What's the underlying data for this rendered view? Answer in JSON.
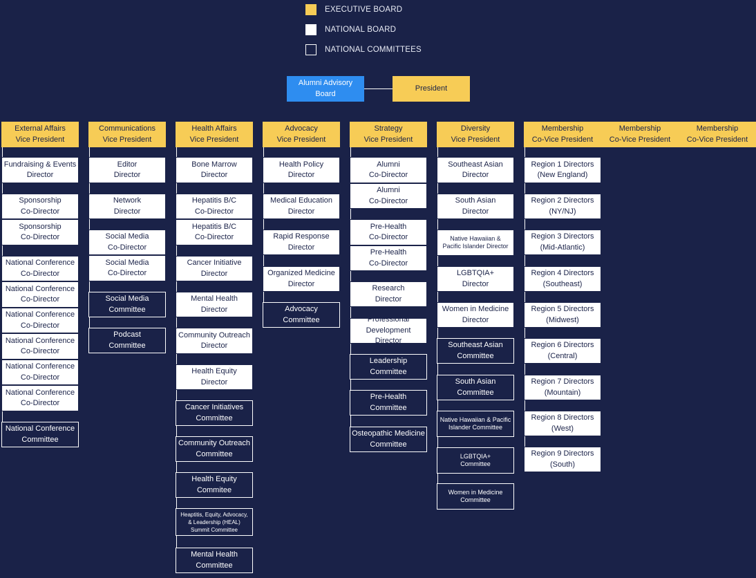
{
  "legend": [
    {
      "label": "EXECUTIVE BOARD",
      "type": "exec"
    },
    {
      "label": "NATIONAL BOARD",
      "type": "nat"
    },
    {
      "label": "NATIONAL COMMITTEES",
      "type": "comm"
    }
  ],
  "top": {
    "advisory": "Alumni Advisory\nBoard",
    "president": "President"
  },
  "columns": [
    {
      "head": "External Affairs\nVice President",
      "items": [
        {
          "t": "Fundraising & Events\nDirector",
          "k": "nat"
        },
        {
          "t": "Sponsorship\nCo-Director",
          "k": "nat"
        },
        {
          "t": "Sponsorship\nCo-Director",
          "k": "nat"
        },
        {
          "t": "National Conference\nCo-Director",
          "k": "nat"
        },
        {
          "t": "National Conference\nCo-Director",
          "k": "nat"
        },
        {
          "t": "National Conference\nCo-Director",
          "k": "nat"
        },
        {
          "t": "National Conference\nCo-Director",
          "k": "nat"
        },
        {
          "t": "National Conference\nCo-Director",
          "k": "nat"
        },
        {
          "t": "National Conference\nCo-Director",
          "k": "nat"
        },
        {
          "t": "National Conference\nCommittee",
          "k": "comm"
        }
      ]
    },
    {
      "head": "Communications\nVice President",
      "items": [
        {
          "t": "Editor\nDirector",
          "k": "nat"
        },
        {
          "t": "Network\nDirector",
          "k": "nat"
        },
        {
          "t": "Social Media\nCo-Director",
          "k": "nat"
        },
        {
          "t": "Social Media\nCo-Director",
          "k": "nat"
        },
        {
          "t": "Social Media\nCommittee",
          "k": "comm"
        },
        {
          "t": "Podcast\nCommittee",
          "k": "comm"
        }
      ]
    },
    {
      "head": "Health Affairs\nVice President",
      "items": [
        {
          "t": "Bone Marrow\nDirector",
          "k": "nat"
        },
        {
          "t": "Hepatitis B/C\nCo-Director",
          "k": "nat"
        },
        {
          "t": "Hepatitis B/C\nCo-Director",
          "k": "nat"
        },
        {
          "t": "Cancer Initiative\nDirector",
          "k": "nat"
        },
        {
          "t": "Mental Health\nDirector",
          "k": "nat"
        },
        {
          "t": "Community Outreach\nDirector",
          "k": "nat"
        },
        {
          "t": "Health Equity\nDirector",
          "k": "nat"
        },
        {
          "t": "Cancer Initiatives\nCommittee",
          "k": "comm"
        },
        {
          "t": "Community Outreach\nCommittee",
          "k": "comm"
        },
        {
          "t": "Health Equity\nCommitee",
          "k": "comm"
        },
        {
          "t": "Heaptitis, Equity, Advocacy,\n& Leadership (HEAL)\nSummit Committee",
          "k": "comm"
        },
        {
          "t": "Mental Health\nCommittee",
          "k": "comm"
        }
      ]
    },
    {
      "head": "Advocacy\nVice President",
      "items": [
        {
          "t": "Health Policy\nDirector",
          "k": "nat"
        },
        {
          "t": "Medical Education\nDirector",
          "k": "nat"
        },
        {
          "t": "Rapid Response\nDirector",
          "k": "nat"
        },
        {
          "t": "Organized Medicine\nDirector",
          "k": "nat"
        },
        {
          "t": "Advocacy\nCommittee",
          "k": "comm"
        }
      ]
    },
    {
      "head": "Strategy\nVice President",
      "items": [
        {
          "t": "Alumni\nCo-Director",
          "k": "nat"
        },
        {
          "t": "Alumni\nCo-Director",
          "k": "nat"
        },
        {
          "t": "Pre-Health\nCo-Director",
          "k": "nat"
        },
        {
          "t": "Pre-Health\nCo-Director",
          "k": "nat"
        },
        {
          "t": "Research\nDirector",
          "k": "nat"
        },
        {
          "t": "Professional\nDevelopment Director",
          "k": "nat"
        },
        {
          "t": "Leadership\nCommittee",
          "k": "comm"
        },
        {
          "t": "Pre-Health\nCommittee",
          "k": "comm"
        },
        {
          "t": "Osteopathic Medicine\nCommittee",
          "k": "comm"
        }
      ]
    },
    {
      "head": "Diversity\nVice President",
      "items": [
        {
          "t": "Southeast Asian\nDirector",
          "k": "nat"
        },
        {
          "t": "South Asian\nDirector",
          "k": "nat"
        },
        {
          "t": "Native Hawaiian &\nPacific Islander Director",
          "k": "nat"
        },
        {
          "t": "LGBTQIA+\nDirector",
          "k": "nat"
        },
        {
          "t": "Women in Medicine\nDirector",
          "k": "nat"
        },
        {
          "t": "Southeast Asian\nCommittee",
          "k": "comm"
        },
        {
          "t": "South Asian\nCommittee",
          "k": "comm"
        },
        {
          "t": "Native Hawaiian & Pacific\nIslander Committee",
          "k": "comm"
        },
        {
          "t": "LGBTQIA+\nCommittee",
          "k": "comm"
        },
        {
          "t": "Women in Medicine\nCommittee",
          "k": "comm"
        }
      ]
    },
    {
      "head": "Membership\nCo-Vice President",
      "items": [
        {
          "t": "Region 1 Directors\n(New England)",
          "k": "nat"
        },
        {
          "t": "Region 2 Directors\n(NY/NJ)",
          "k": "nat"
        },
        {
          "t": "Region 3 Directors\n(Mid-Atlantic)",
          "k": "nat"
        },
        {
          "t": "Region 4 Directors\n(Southeast)",
          "k": "nat"
        },
        {
          "t": "Region 5 Directors\n(Midwest)",
          "k": "nat"
        },
        {
          "t": "Region 6 Directors\n(Central)",
          "k": "nat"
        },
        {
          "t": "Region 7 Directors\n(Mountain)",
          "k": "nat"
        },
        {
          "t": "Region 8 Directors\n(West)",
          "k": "nat"
        },
        {
          "t": "Region 9 Directors\n(South)",
          "k": "nat"
        }
      ]
    },
    {
      "head": "Membership\nCo-Vice President",
      "items": []
    },
    {
      "head": "Membership\nCo-Vice President",
      "items": []
    }
  ]
}
